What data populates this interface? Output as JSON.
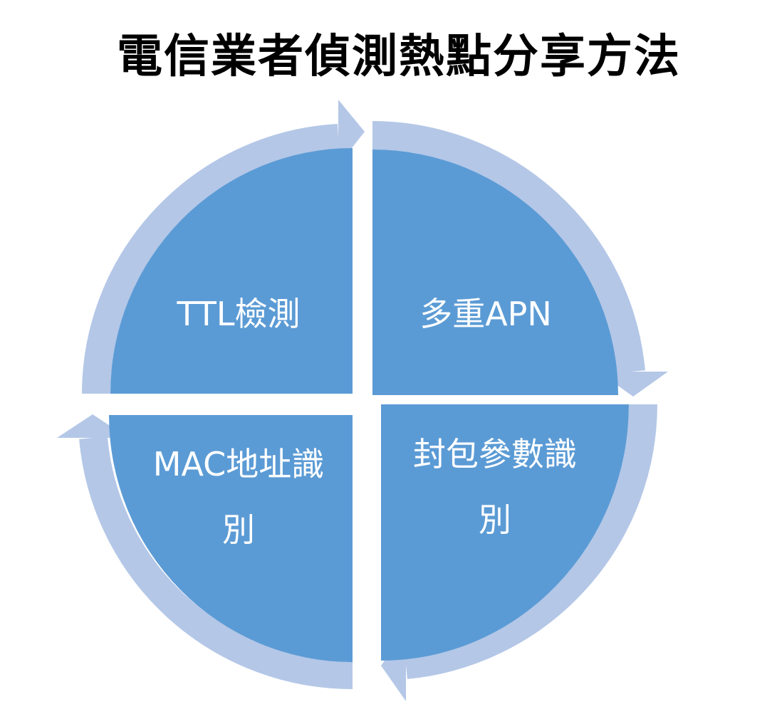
{
  "title": "電信業者偵測熱點分享方法",
  "colors": {
    "segment": "#5b9bd5",
    "arrow": "#b4c7e7"
  },
  "segments": [
    {
      "label": "TTL檢測"
    },
    {
      "label": "多重APN"
    },
    {
      "label": "封包參數識別"
    },
    {
      "label": "MAC地址識別"
    }
  ]
}
